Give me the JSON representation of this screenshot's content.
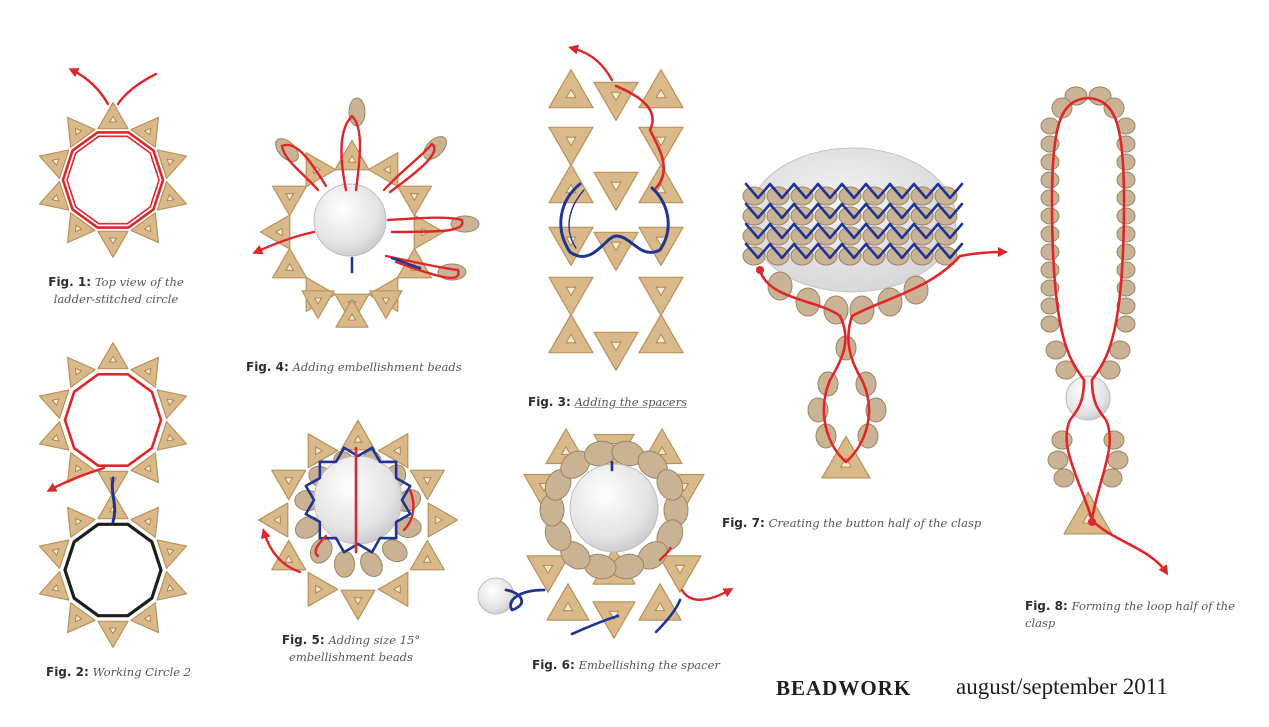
{
  "colors": {
    "bead": "#d9b98a",
    "bead_edge": "#b9925a",
    "seed": "#c9b394",
    "pearl": "#e9e9ea",
    "thread_red": "#e0262a",
    "thread_blue": "#1f3595",
    "thread_black": "#1e1e1e"
  },
  "figures": [
    {
      "id": "fig1",
      "label": "Fig. 1:",
      "text": "Top view of the ladder-stitched circle"
    },
    {
      "id": "fig2",
      "label": "Fig. 2:",
      "text": "Working Circle 2"
    },
    {
      "id": "fig3",
      "label": "Fig. 3:",
      "text": "Adding the spacers"
    },
    {
      "id": "fig4",
      "label": "Fig. 4:",
      "text": "Adding embellishment beads"
    },
    {
      "id": "fig5",
      "label": "Fig. 5:",
      "text": "Adding size 15° embellishment beads"
    },
    {
      "id": "fig6",
      "label": "Fig. 6:",
      "text": "Embellishing the spacer"
    },
    {
      "id": "fig7",
      "label": "Fig. 7:",
      "text": "Creating the button half of the clasp"
    },
    {
      "id": "fig8",
      "label": "Fig. 8:",
      "text": "Forming the loop half of the clasp"
    }
  ],
  "footer": {
    "brand": "BEADWORK",
    "issue": "august/september 2011"
  }
}
